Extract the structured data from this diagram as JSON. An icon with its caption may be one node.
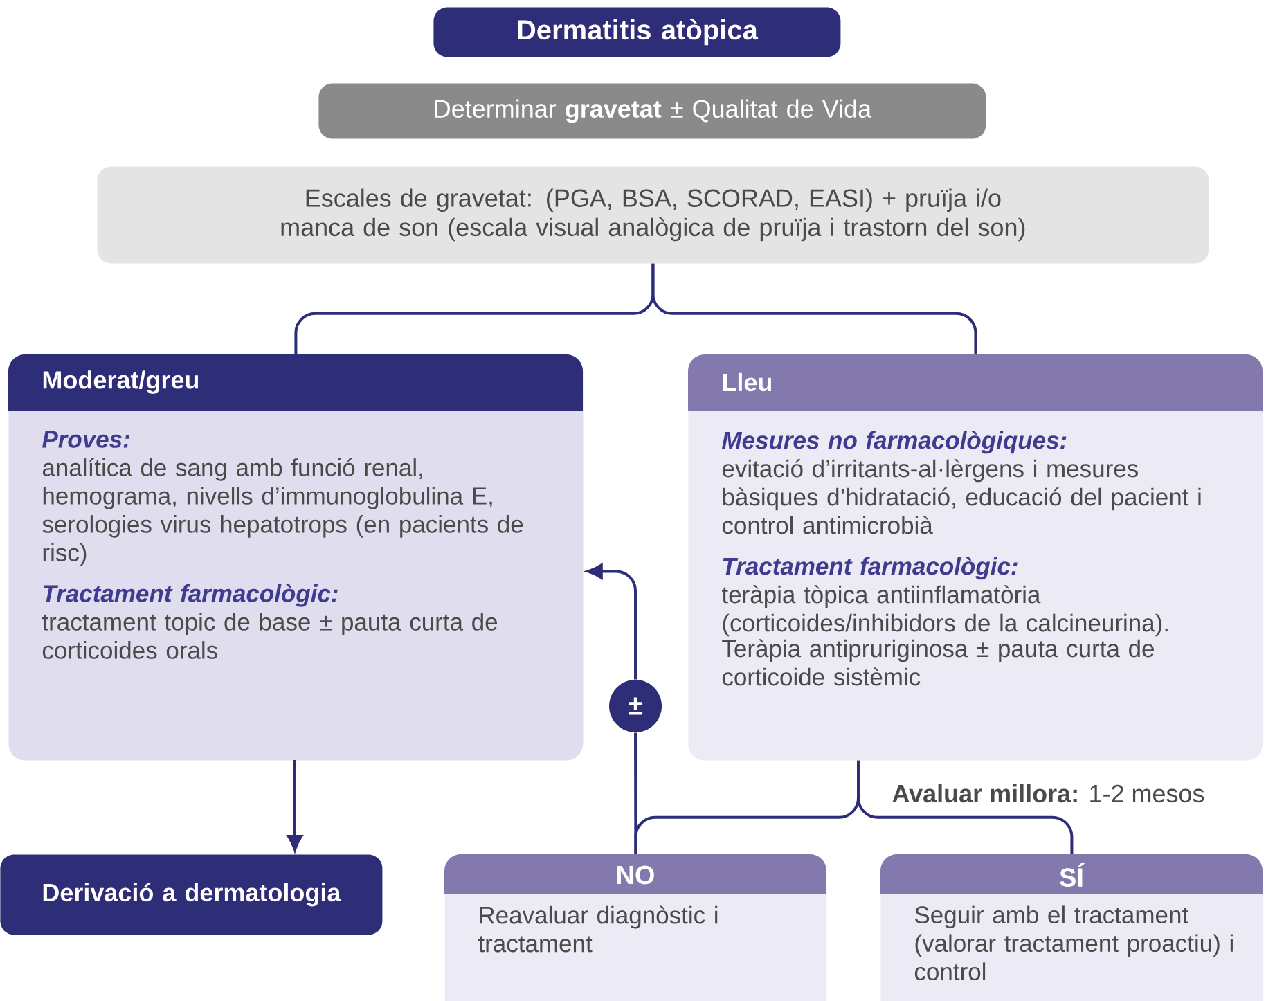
{
  "diagram": {
    "nodes": [
      {
        "text": [
          "Dermatitis atòpica"
        ]
      },
      {
        "text": [
          "Determinar **gravetat** ± Qualitat de Vida"
        ]
      },
      {
        "text": [
          "Escales de gravetat: (PGA, BSA, SCORAD, EASI) + pruïja i/o manca de son (escala visual analògica de pruïja i trastorn del son)"
        ]
      },
      {
        "text": [
          "Moderat/greu",
          "Proves:",
          "analítica de sang amb funció renal, hemograma, nivells d’immunoglobulina E, serologies virus hepatotrops (en pacients de risc)",
          "Tractament farmacològic:",
          "tractament topic de base ± pauta curta de corticoides orals"
        ]
      },
      {
        "text": [
          "Lleu",
          "Mesures no farmacològiques:",
          "evitació d’irritants-al·lèrgens i mesures bàsiques d’hidratació, educació del pacient i control antimicrobià",
          "Tractament farmacològic:",
          "teràpia tòpica antiinflamatòria (corticoides/inhibidors de la calcineurina).",
          "Teràpia antipruriginosa ± pauta curta de corticoide sistèmic"
        ]
      },
      {
        "text": [
          "±"
        ]
      },
      {
        "text": [
          "Derivació a dermatologia"
        ]
      },
      {
        "text": [
          "NO",
          "Reavaluar diagnòstic i tractament"
        ]
      },
      {
        "text": [
          "SÍ",
          "Seguir amb el tractament (valorar tractament proactiu) i control"
        ]
      }
    ],
    "edges": [
      {
        "from": 2,
        "to": 3,
        "arrow": "none"
      },
      {
        "from": 2,
        "to": 4,
        "arrow": "none"
      },
      {
        "from": 3,
        "to": 6,
        "arrow": "to"
      },
      {
        "from": 7,
        "to": 5,
        "arrow": "none"
      },
      {
        "from": 5,
        "to": 3,
        "arrow": "to"
      },
      {
        "from": 4,
        "to": 7,
        "arrow": "none",
        "label": "**Avaluar millora:** 1-2 mesos"
      },
      {
        "from": 4,
        "to": 8,
        "arrow": "none"
      }
    ]
  }
}
